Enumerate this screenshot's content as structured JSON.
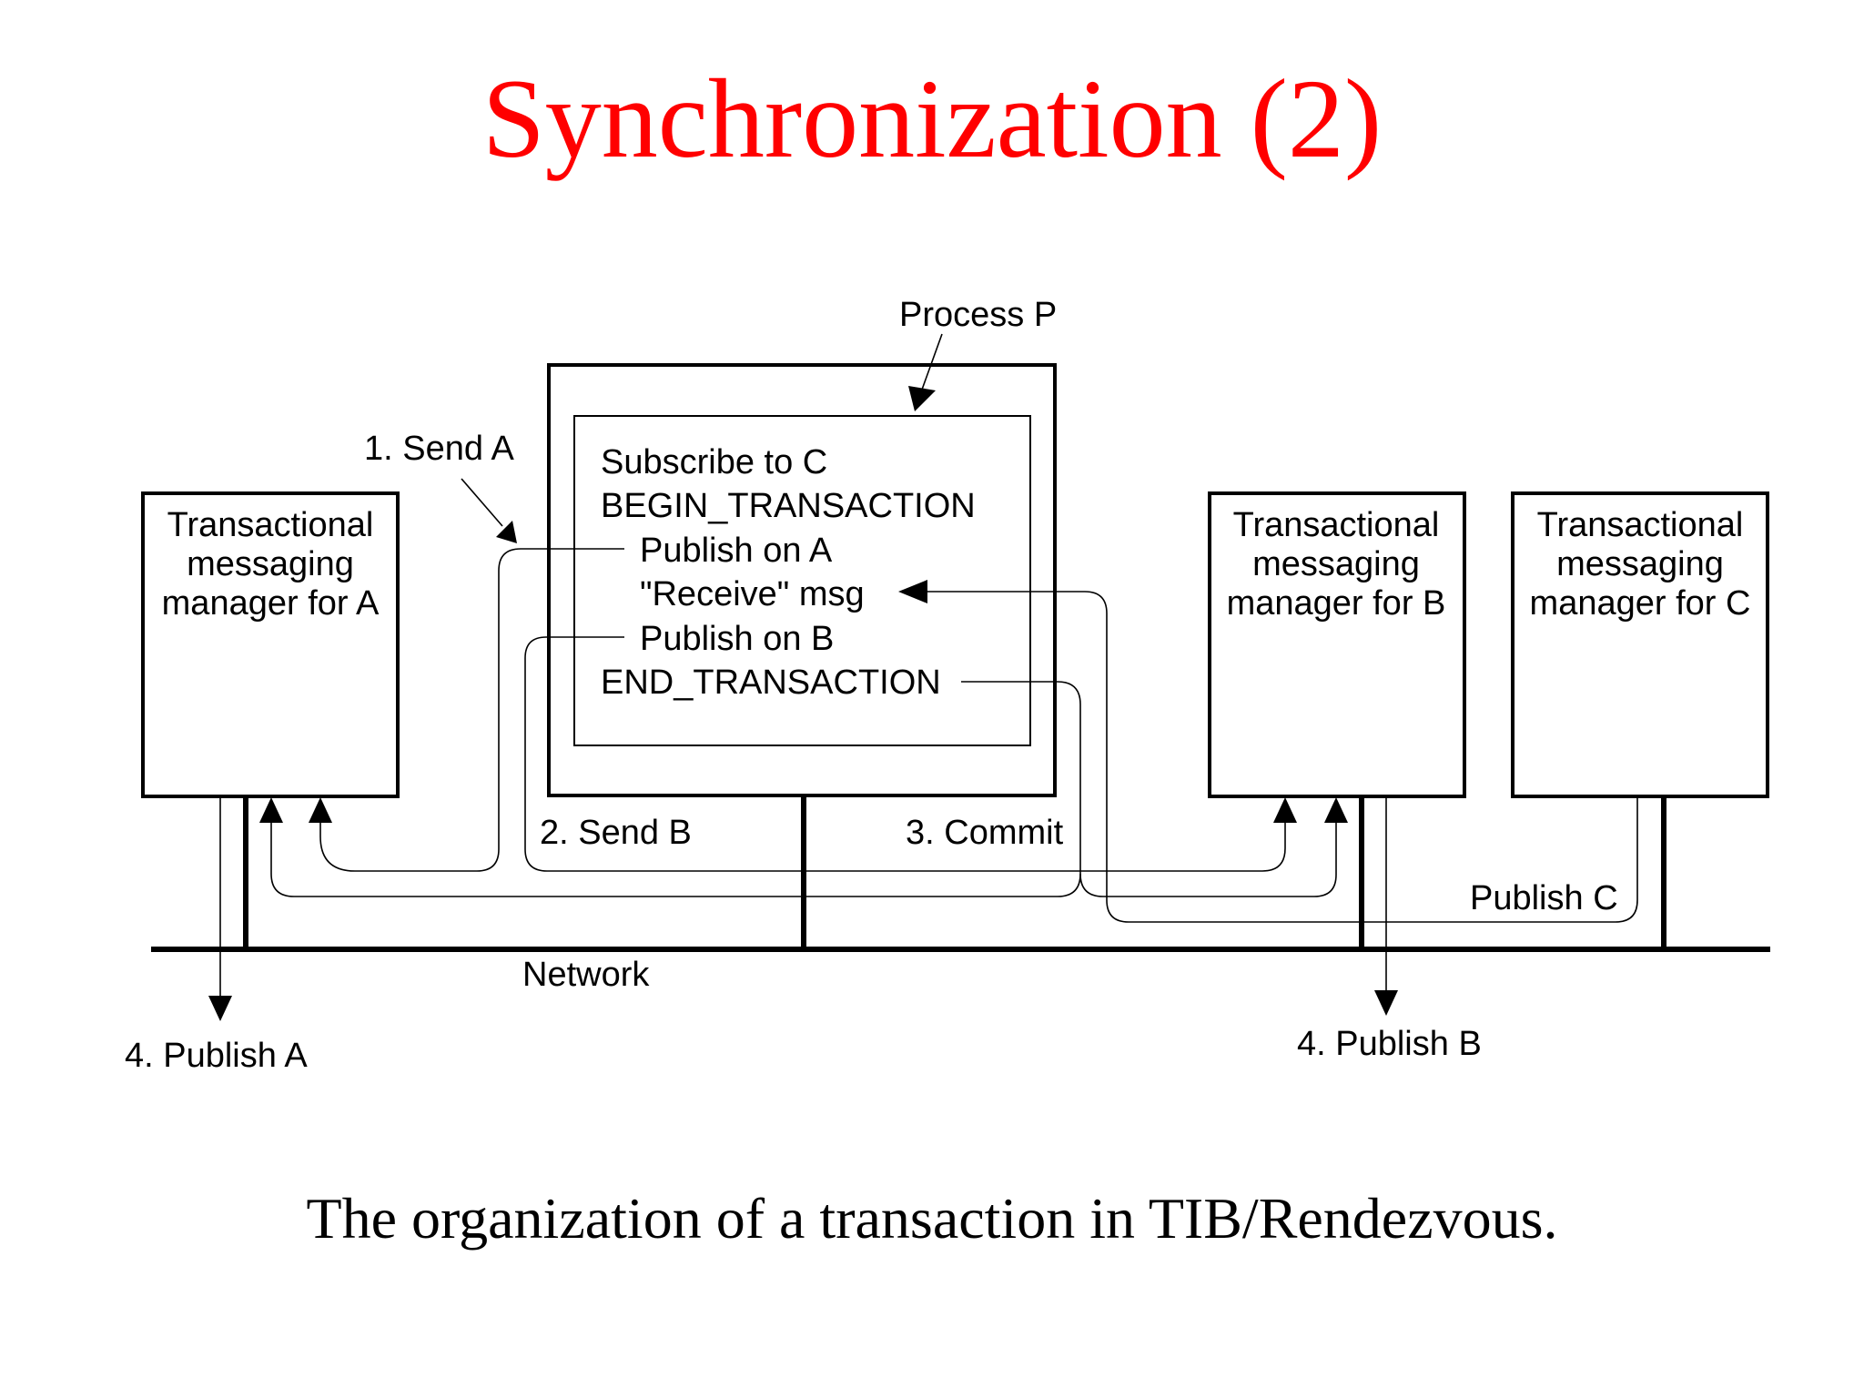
{
  "title": "Synchronization (2)",
  "caption": "The organization of a transaction in TIB/Rendezvous.",
  "colors": {
    "title": "#ff0000",
    "text": "#000000",
    "background": "#ffffff"
  },
  "diagram": {
    "process_label": "Process P",
    "process_lines": [
      "Subscribe to C",
      "BEGIN_TRANSACTION",
      "Publish on A",
      "\"Receive\" msg",
      "Publish on B",
      "END_TRANSACTION"
    ],
    "manager_a": [
      "Transactional",
      "messaging",
      "manager for A"
    ],
    "manager_b": [
      "Transactional",
      "messaging",
      "manager for B"
    ],
    "manager_c": [
      "Transactional",
      "messaging",
      "manager for C"
    ],
    "step_labels": {
      "send_a": "1. Send A",
      "send_b": "2. Send B",
      "commit": "3. Commit",
      "publish_c": "Publish C",
      "publish_a": "4. Publish A",
      "publish_b": "4. Publish B"
    },
    "network_label": "Network"
  }
}
